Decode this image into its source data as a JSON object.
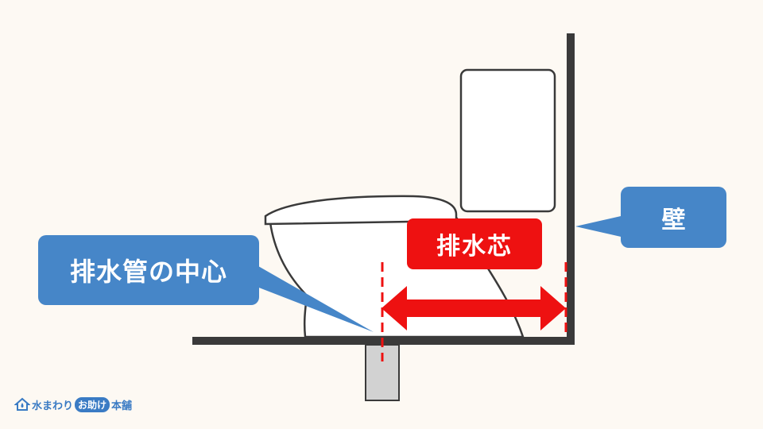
{
  "labels": {
    "drain_pipe_center": "排水管の中心",
    "wall": "壁",
    "drain_offset": "排水芯"
  },
  "logo": {
    "text_main": "水まわり",
    "text_badge": "お助け",
    "text_end": "本舗"
  },
  "colors": {
    "background": "#fdf9f3",
    "callout_blue": "#4686c8",
    "highlight_red": "#ee1111",
    "line_dark": "#3a3a3a",
    "pipe_gray": "#d2d2d2"
  }
}
